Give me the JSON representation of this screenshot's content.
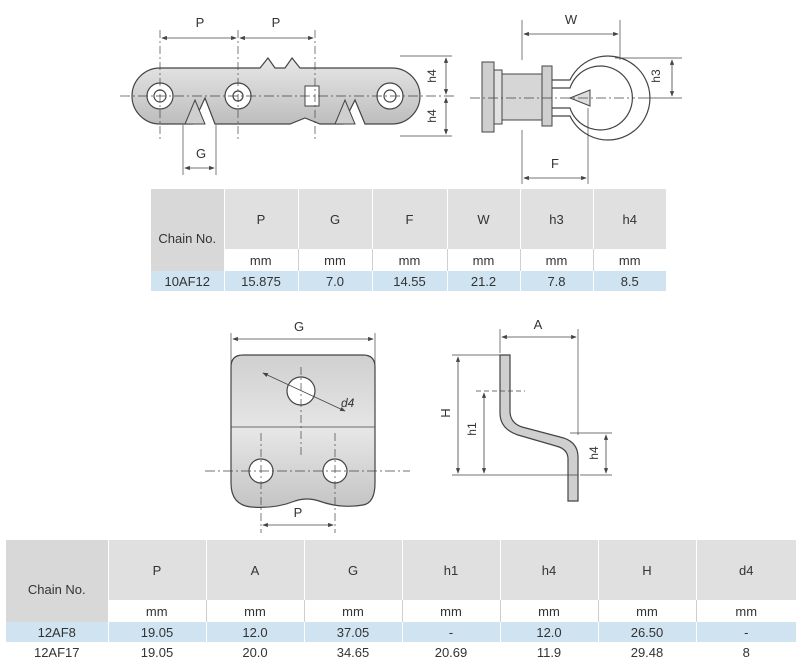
{
  "diagram1": {
    "labels": {
      "p1": "P",
      "p2": "P",
      "g": "G",
      "h4_top": "h4",
      "h4_bottom": "h4",
      "w": "W",
      "h3": "h3",
      "f": "F"
    }
  },
  "table1": {
    "chain_header": "Chain No.",
    "columns": [
      "P",
      "G",
      "F",
      "W",
      "h3",
      "h4"
    ],
    "units": [
      "mm",
      "mm",
      "mm",
      "mm",
      "mm",
      "mm"
    ],
    "rows": [
      {
        "chain": "10AF12",
        "values": [
          "15.875",
          "7.0",
          "14.55",
          "21.2",
          "7.8",
          "8.5"
        ]
      }
    ]
  },
  "diagram2": {
    "labels": {
      "g": "G",
      "d4": "d4",
      "p": "P",
      "a": "A",
      "big_h": "H",
      "h1": "h1",
      "h4": "h4"
    }
  },
  "table2": {
    "chain_header": "Chain No.",
    "columns": [
      "P",
      "A",
      "G",
      "h1",
      "h4",
      "H",
      "d4"
    ],
    "units": [
      "mm",
      "mm",
      "mm",
      "mm",
      "mm",
      "mm",
      "mm"
    ],
    "rows": [
      {
        "chain": "12AF8",
        "values": [
          "19.05",
          "12.0",
          "37.05",
          "-",
          "12.0",
          "26.50",
          "-"
        ]
      },
      {
        "chain": "12AF17",
        "values": [
          "19.05",
          "20.0",
          "34.65",
          "20.69",
          "11.9",
          "29.48",
          "8"
        ]
      }
    ]
  },
  "colors": {
    "header_gray": "#e0e0e0",
    "row_blue": "#cfe3f1",
    "line": "#444444",
    "part_fill": "#d9d9d9"
  }
}
